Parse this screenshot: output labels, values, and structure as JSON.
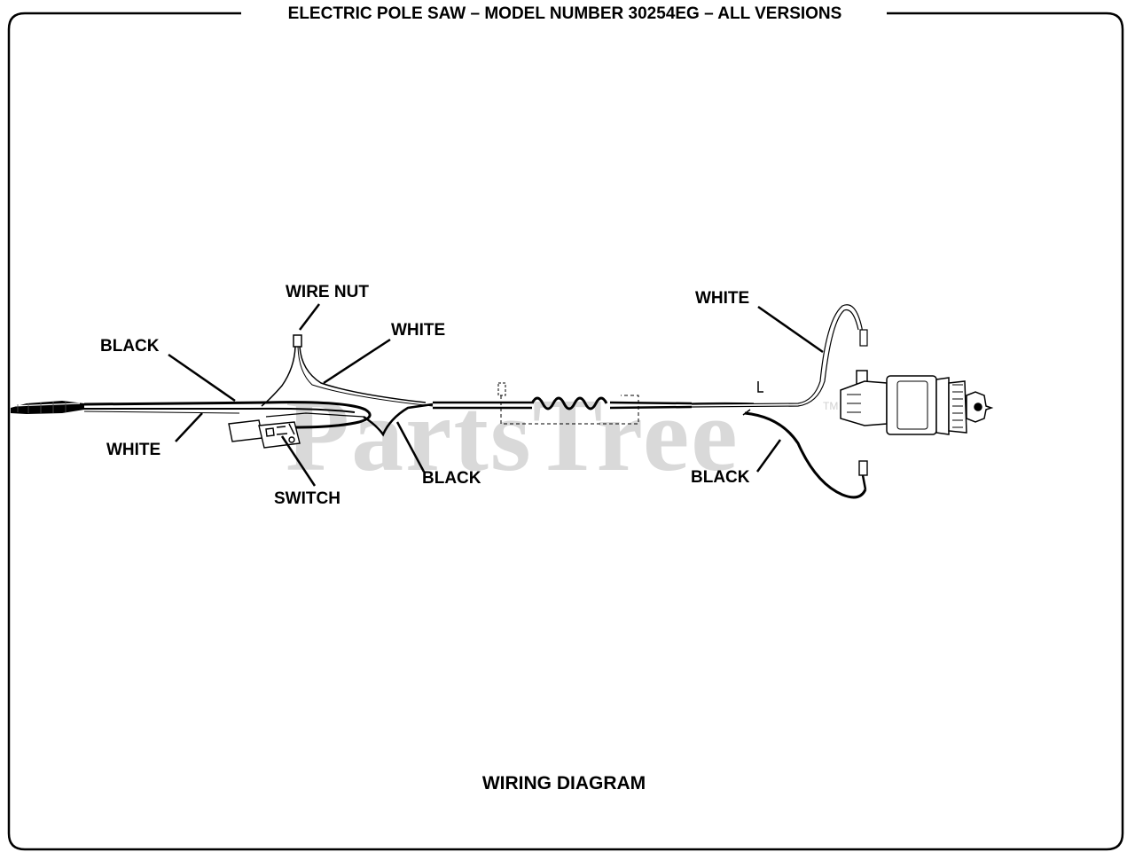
{
  "title": "ELECTRIC POLE SAW – MODEL NUMBER 30254EG – ALL VERSIONS",
  "caption": "WIRING DIAGRAM",
  "watermark": "PartsTree",
  "watermark_mark": "TM",
  "labels": {
    "black_left": "BLACK",
    "white_left": "WHITE",
    "wire_nut": "WIRE NUT",
    "white_upper": "WHITE",
    "switch": "SWITCH",
    "black_center": "BLACK",
    "white_right": "WHITE",
    "black_right": "BLACK"
  },
  "colors": {
    "line": "#000000",
    "background": "#ffffff",
    "watermark": "#d9d9d9"
  }
}
